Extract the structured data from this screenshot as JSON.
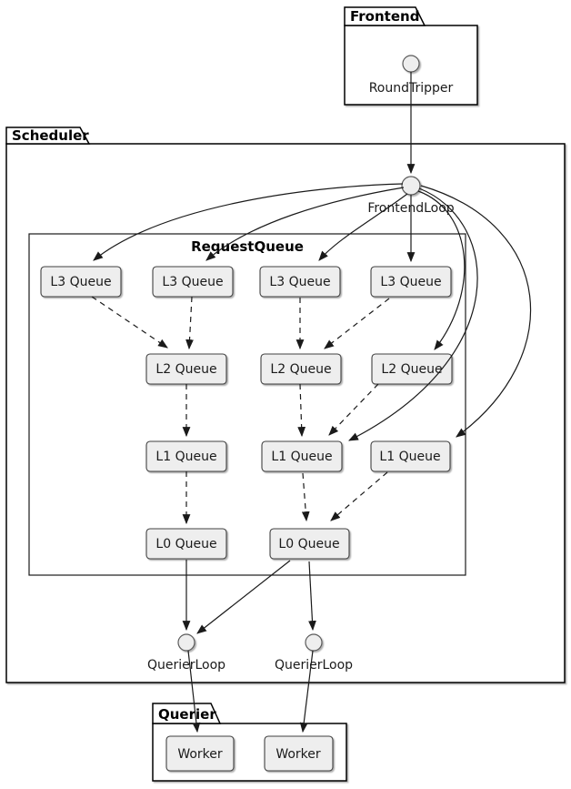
{
  "packages": {
    "frontend": {
      "label": "Frontend"
    },
    "scheduler": {
      "label": "Scheduler"
    },
    "querier": {
      "label": "Querier"
    }
  },
  "frames": {
    "request_queue": {
      "title": "RequestQueue"
    }
  },
  "interfaces": {
    "round_tripper": {
      "label": "RoundTripper"
    },
    "frontend_loop": {
      "label": "FrontendLoop"
    },
    "querier_loop_1": {
      "label": "QuerierLoop"
    },
    "querier_loop_2": {
      "label": "QuerierLoop"
    }
  },
  "queues": {
    "l3": [
      {
        "label": "L3 Queue"
      },
      {
        "label": "L3 Queue"
      },
      {
        "label": "L3 Queue"
      },
      {
        "label": "L3 Queue"
      }
    ],
    "l2": [
      {
        "label": "L2 Queue"
      },
      {
        "label": "L2 Queue"
      },
      {
        "label": "L2 Queue"
      }
    ],
    "l1": [
      {
        "label": "L1 Queue"
      },
      {
        "label": "L1 Queue"
      },
      {
        "label": "L1 Queue"
      }
    ],
    "l0": [
      {
        "label": "L0 Queue"
      },
      {
        "label": "L0 Queue"
      }
    ]
  },
  "workers": [
    {
      "label": "Worker"
    },
    {
      "label": "Worker"
    }
  ],
  "colors": {
    "node_fill": "#eeeeee",
    "node_border": "#404040",
    "line": "#1a1a1a",
    "background": "#ffffff"
  }
}
